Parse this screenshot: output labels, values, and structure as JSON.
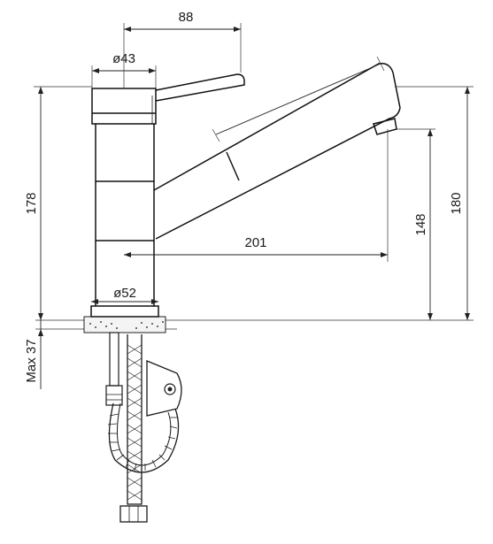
{
  "dimensions": {
    "spout_offset": "88",
    "lever_diameter": "ø43",
    "total_height": "178",
    "overall_height": "180",
    "spout_outlet_height": "148",
    "spout_reach": "201",
    "base_diameter": "ø52",
    "max_deck_thickness": "Max 37"
  },
  "colors": {
    "line": "#1a1a1a",
    "background": "#ffffff"
  }
}
